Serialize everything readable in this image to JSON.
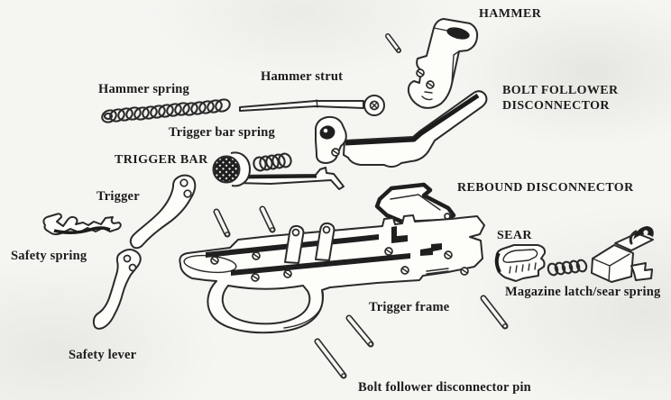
{
  "diagram": {
    "type": "exploded-parts-diagram",
    "subject": "trigger mechanism parts",
    "colors": {
      "ink": "#2b2b2b",
      "paper": "#f5f5f2"
    },
    "labels": {
      "hammer": "HAMMER",
      "hammer_strut": "Hammer strut",
      "hammer_spring": "Hammer spring",
      "bolt_follower_disconnector": "BOLT FOLLOWER\nDISCONNECTOR",
      "trigger_bar_spring": "Trigger bar spring",
      "trigger_bar": "TRIGGER BAR",
      "trigger": "Trigger",
      "rebound_disconnector": "REBOUND DISCONNECTOR",
      "safety_spring": "Safety spring",
      "sear": "SEAR",
      "magazine_latch_sear_spring": "Magazine latch/sear spring",
      "trigger_frame": "Trigger frame",
      "safety_lever": "Safety lever",
      "bolt_follower_disconnector_pin": "Bolt follower disconnector pin"
    }
  }
}
